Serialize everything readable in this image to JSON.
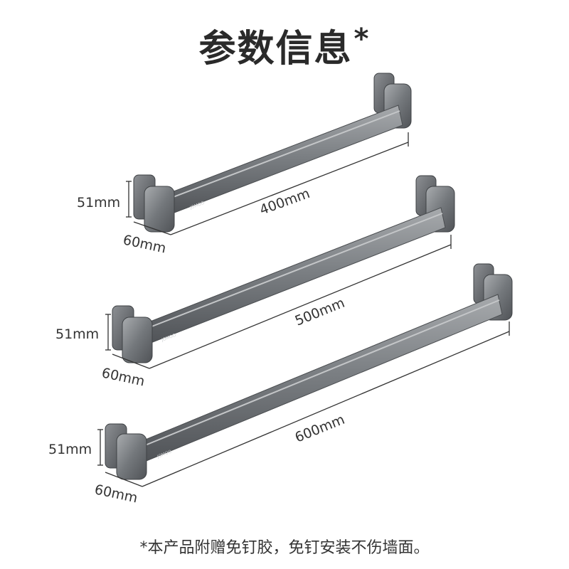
{
  "title": "参数信息",
  "title_mark": "*",
  "footnote": "*本产品附赠免钉胶，免钉安装不伤墙面。",
  "colors": {
    "bar_light": "#9b9ea1",
    "bar_mid": "#6e7276",
    "bar_dark": "#4c4f53",
    "text": "#333333"
  },
  "products": [
    {
      "length_label": "400mm",
      "height_label": "51mm",
      "depth_label": "60mm",
      "engraving": "JOMOO"
    },
    {
      "length_label": "500mm",
      "height_label": "51mm",
      "depth_label": "60mm",
      "engraving": "JOMOO"
    },
    {
      "length_label": "600mm",
      "height_label": "51mm",
      "depth_label": "60mm",
      "engraving": "JOMOO"
    }
  ]
}
